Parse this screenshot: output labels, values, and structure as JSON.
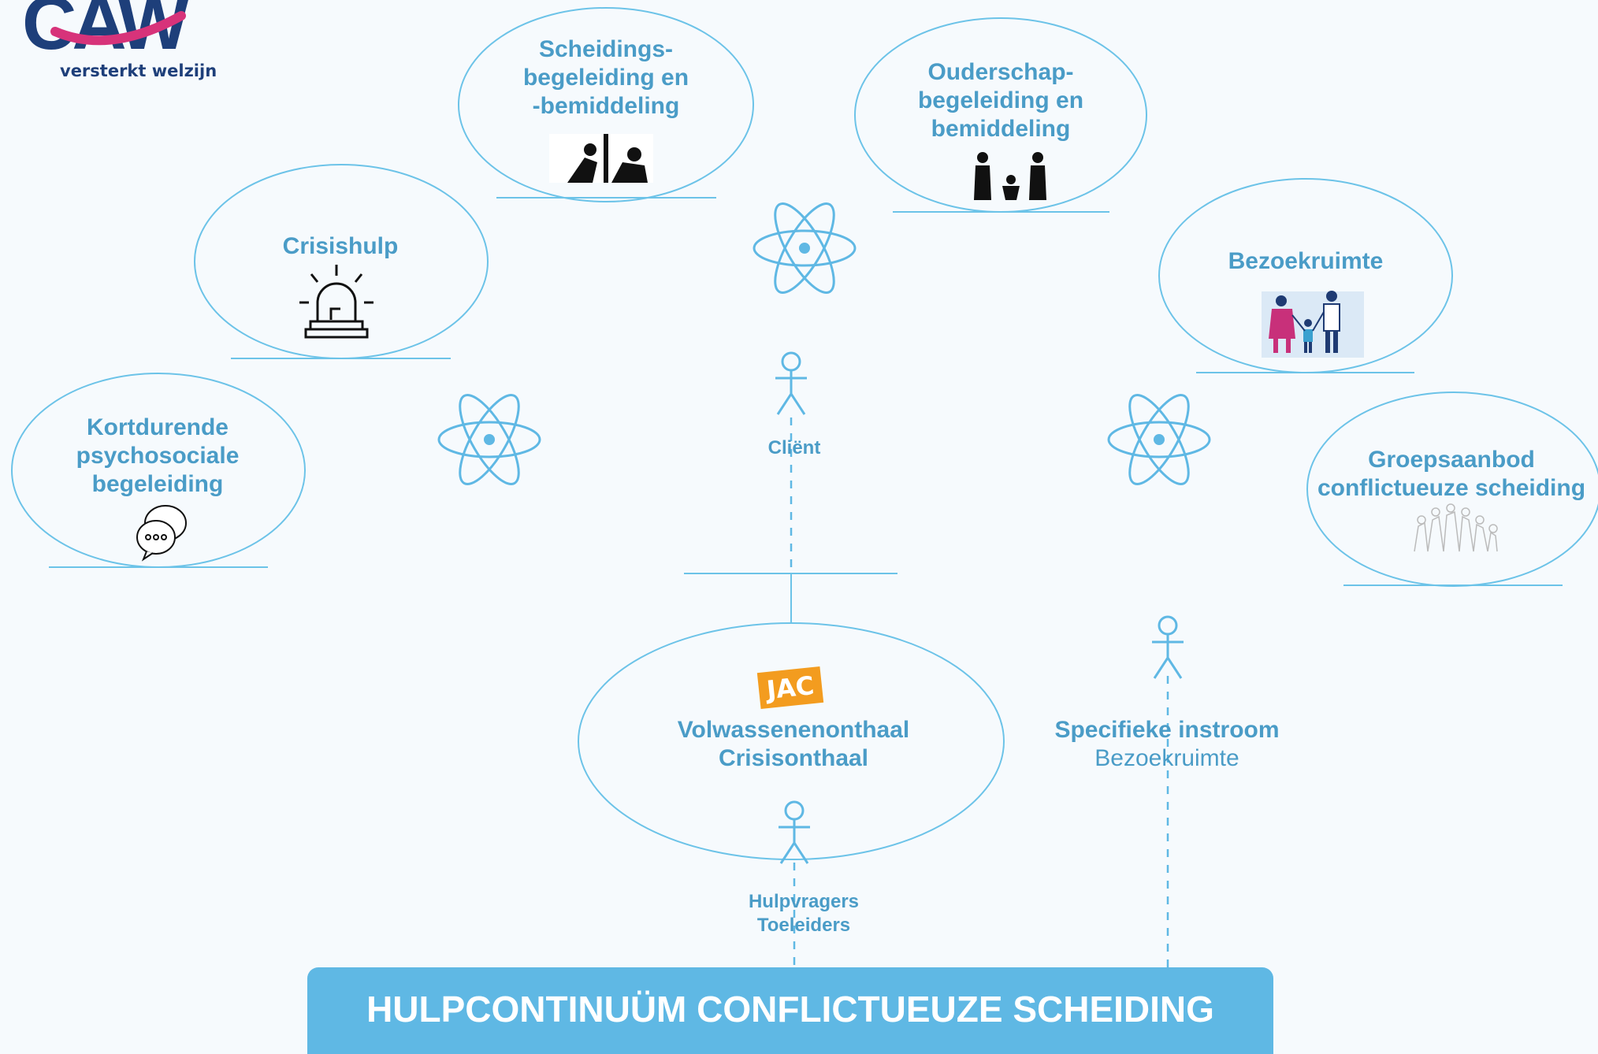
{
  "logo": {
    "text": "CAW",
    "tagline": "versterkt welzijn"
  },
  "nodes": {
    "scheiding": [
      "Scheidings-",
      "begeleiding en",
      "-bemiddeling"
    ],
    "ouderschap": [
      "Ouderschap-",
      "begeleiding en",
      "bemiddeling"
    ],
    "crisishulp": [
      "Crisishulp"
    ],
    "bezoekruimte": [
      "Bezoekruimte"
    ],
    "kortdurend": [
      "Kortdurende",
      "psychosociale",
      "begeleiding"
    ],
    "groepsaanbod": [
      "Groepsaanbod",
      "conflictueuze scheiding"
    ],
    "volwassenen": [
      "Volwassenenonthaal",
      "Crisisonthaal"
    ]
  },
  "jac_logo": "JAC",
  "actors": {
    "client": "Cliënt",
    "hulpvragers": [
      "Hulpvragers",
      "Toeleiders"
    ],
    "specifieke": {
      "title": "Specifieke instroom",
      "sub": "Bezoekruimte"
    }
  },
  "banner": "HULPCONTINUÜM CONFLICTUEUZE SCHEIDING",
  "colors": {
    "accent": "#5fb8e4",
    "text": "#4a9cc7",
    "logo_navy": "#1e3f7a",
    "logo_pink": "#d7337a",
    "jac_orange": "#f39c1f"
  }
}
